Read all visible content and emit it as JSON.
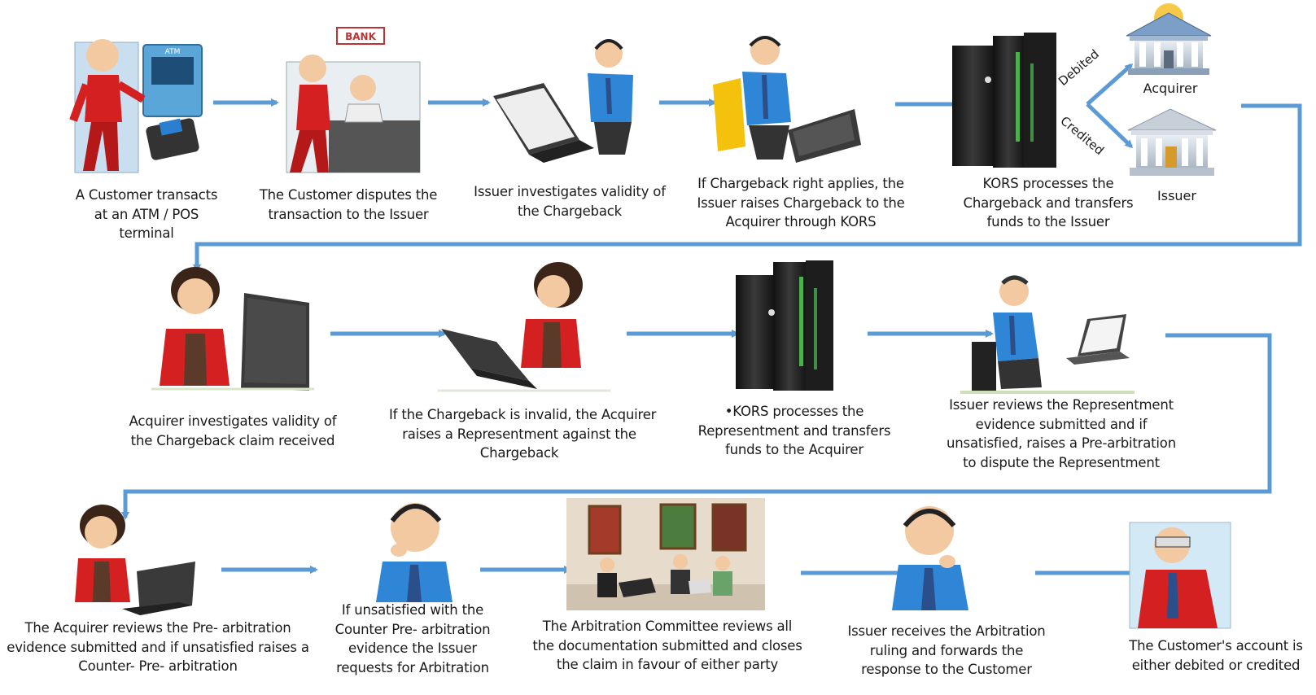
{
  "steps": [
    {
      "id": "s1",
      "lines": [
        "A Customer transacts",
        "at an ATM / POS",
        "terminal"
      ]
    },
    {
      "id": "s2",
      "lines": [
        "The Customer disputes the",
        "transaction to the Issuer"
      ]
    },
    {
      "id": "s3",
      "lines": [
        "Issuer investigates validity of",
        "the Chargeback"
      ]
    },
    {
      "id": "s4",
      "lines": [
        "If Chargeback right applies, the",
        "Issuer raises Chargeback to the",
        "Acquirer through KORS"
      ]
    },
    {
      "id": "s5",
      "lines": [
        "KORS processes the",
        "Chargeback and transfers",
        "funds to the Issuer"
      ]
    },
    {
      "id": "s6",
      "lines": [
        "Acquirer investigates validity of",
        "the Chargeback claim received"
      ]
    },
    {
      "id": "s7",
      "lines": [
        "If the Chargeback is invalid, the Acquirer",
        "raises a Representment against the",
        "Chargeback"
      ]
    },
    {
      "id": "s8",
      "lines": [
        "•KORS processes the",
        "Representment and transfers",
        "funds to the Acquirer"
      ]
    },
    {
      "id": "s9",
      "lines": [
        "Issuer reviews the Representment",
        "evidence submitted and if",
        "unsatisfied, raises a Pre-arbitration",
        "to dispute the Representment"
      ]
    },
    {
      "id": "s10",
      "lines": [
        "The Acquirer reviews the Pre- arbitration",
        "evidence submitted and if unsatisfied raises a",
        "Counter- Pre- arbitration"
      ]
    },
    {
      "id": "s11",
      "lines": [
        "If unsatisfied with the",
        "Counter Pre- arbitration",
        "evidence the Issuer",
        "requests for Arbitration"
      ]
    },
    {
      "id": "s12",
      "lines": [
        "The Arbitration Committee reviews all",
        "the documentation submitted and closes",
        "the claim in favour of either party"
      ]
    },
    {
      "id": "s13",
      "lines": [
        "Issuer receives the Arbitration",
        "ruling and forwards the",
        "response to the Customer"
      ]
    },
    {
      "id": "s14",
      "lines": [
        "The Customer's account is",
        "either debited or credited"
      ]
    }
  ],
  "banks": {
    "acquirer": "Acquirer",
    "issuer": "Issuer",
    "debited": "Debited",
    "credited": "Credited"
  },
  "signs": {
    "atm": "ATM",
    "bank_sign": "BANK"
  },
  "colors": {
    "arrow": "#5b9bd5",
    "red_suit": "#d42020",
    "blue_shirt": "#2f86d6",
    "server": "#2b2b2b",
    "server_green": "#4caf50",
    "laptop": "#3a3a3a",
    "skin": "#f2c9a0"
  }
}
